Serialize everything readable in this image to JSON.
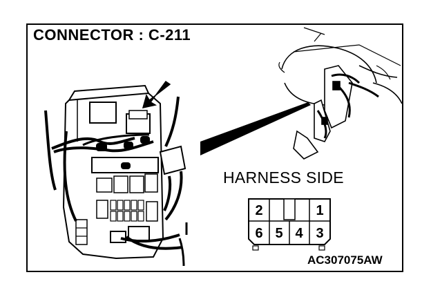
{
  "diagram": {
    "title": "CONNECTOR : C-211",
    "harness_label": "HARNESS SIDE",
    "code": "AC307075AW",
    "connector": {
      "top_row": [
        "2",
        "",
        "",
        "1"
      ],
      "bottom_row": [
        "6",
        "5",
        "4",
        "3"
      ]
    }
  }
}
